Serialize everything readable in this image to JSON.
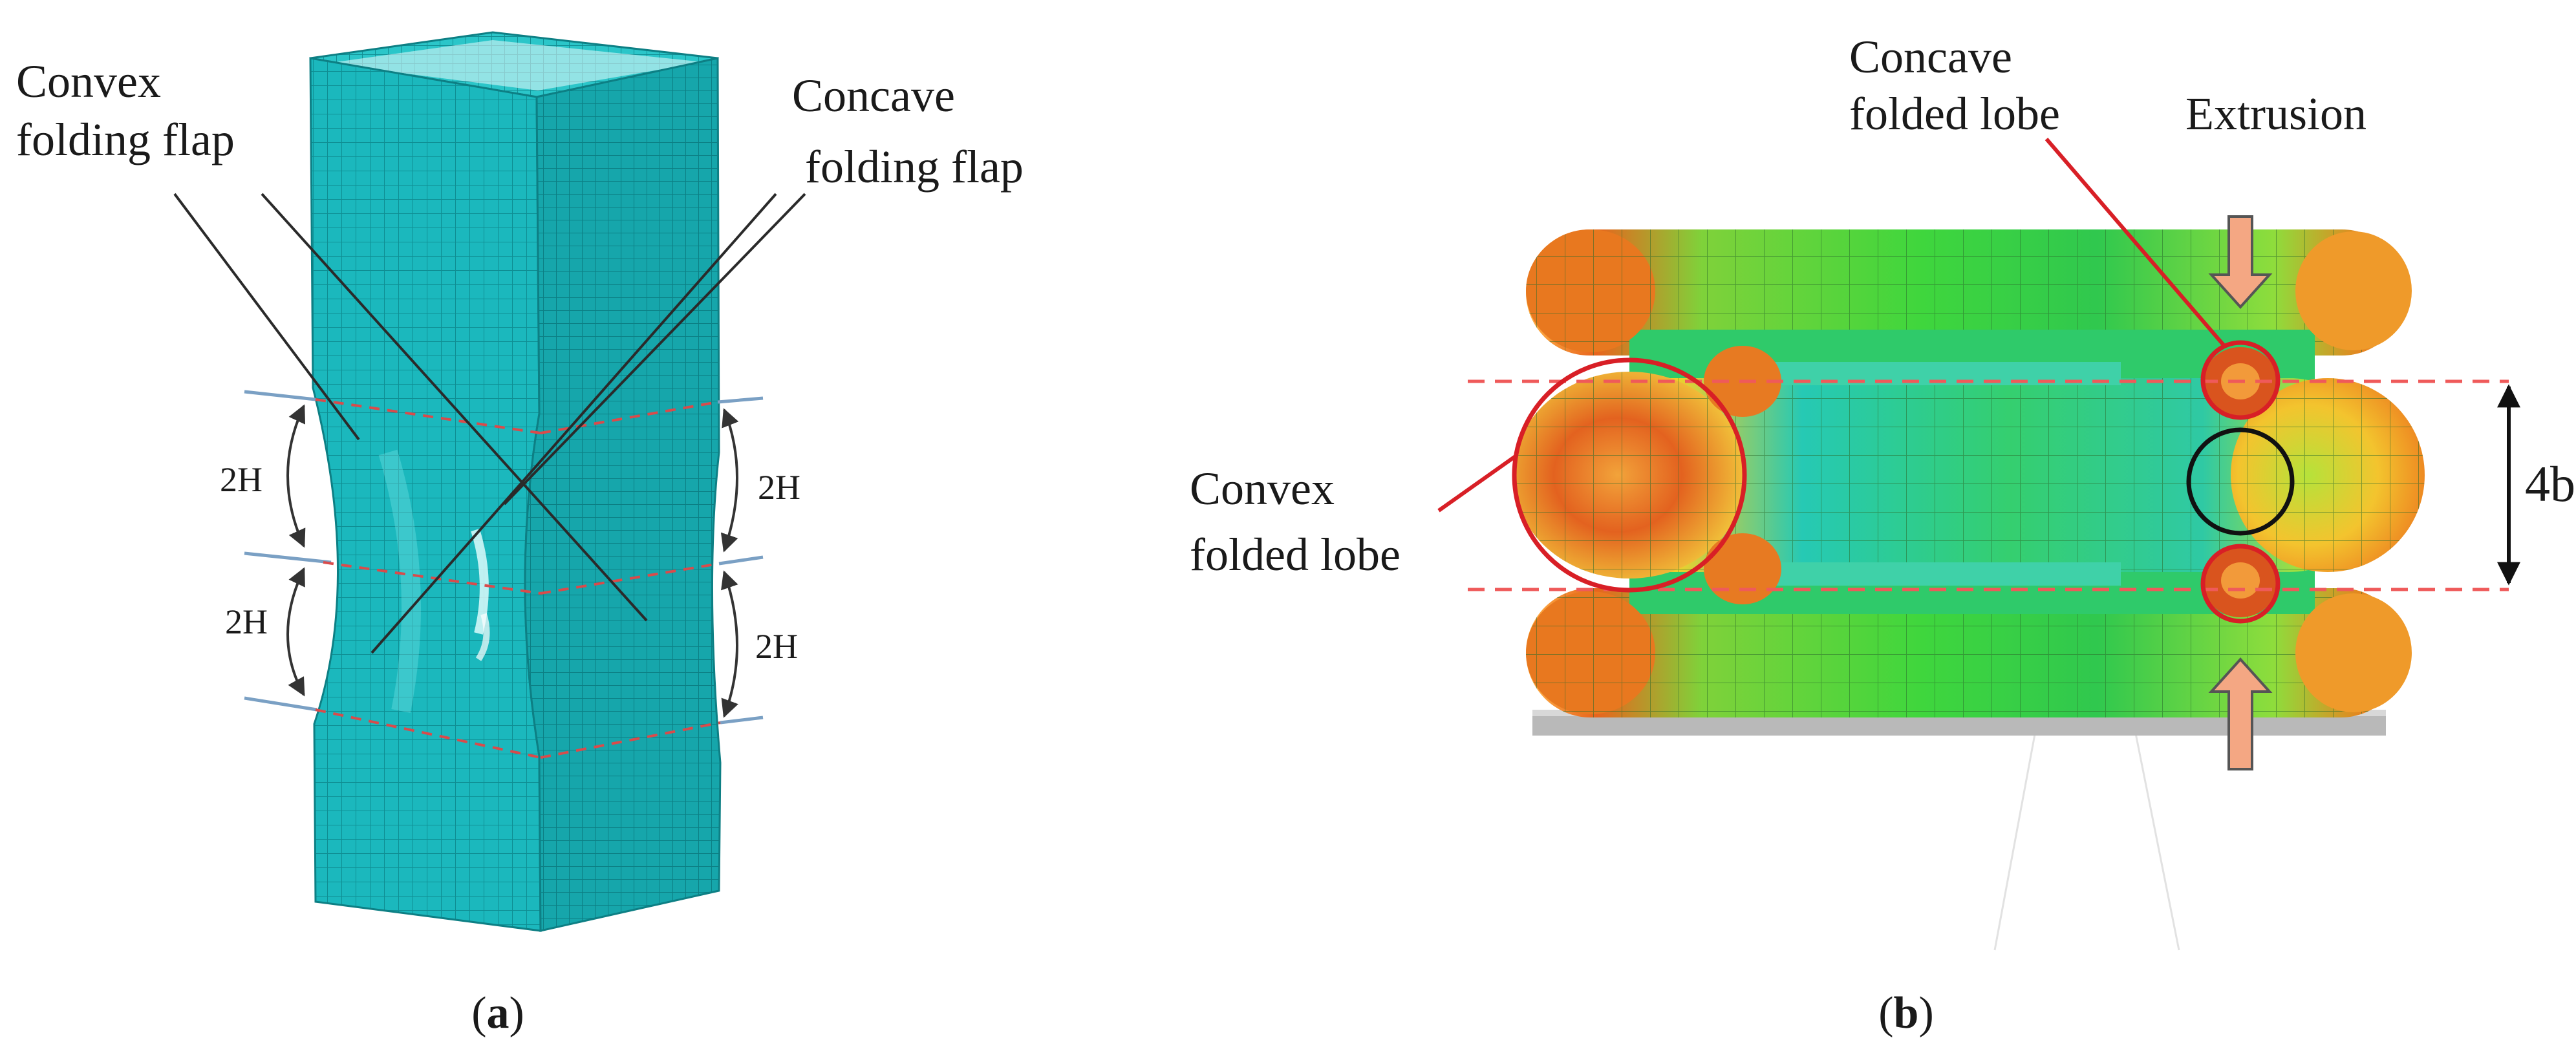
{
  "panel_a": {
    "convex_label": [
      "Convex",
      "folding flap"
    ],
    "concave_label": [
      "Concave",
      "folding flap"
    ],
    "dim_left_top": "2H",
    "dim_left_bottom": "2H",
    "dim_right_top": "2H",
    "dim_right_bottom": "2H",
    "caption_open": "(",
    "caption_letter": "a",
    "caption_close": ")",
    "colors": {
      "mesh": "#1bb8bd",
      "mesh_dark": "#129aa0",
      "mesh_light": "#36d3d6"
    }
  },
  "panel_b": {
    "concave_lobe_label": [
      "Concave",
      "folded lobe"
    ],
    "extrusion_label": "Extrusion",
    "convex_lobe_label": [
      "Convex",
      "folded lobe"
    ],
    "dimension_label": "4b",
    "caption_open": "(",
    "caption_letter": "b",
    "caption_close": ")",
    "colors": {
      "callout": "#d81f26",
      "arrow_fill": "#f4a783",
      "dashed": "#ef5a5a",
      "green": "#3ed13a",
      "orange": "#f08a1c",
      "cyan": "#2fd0b8"
    }
  }
}
